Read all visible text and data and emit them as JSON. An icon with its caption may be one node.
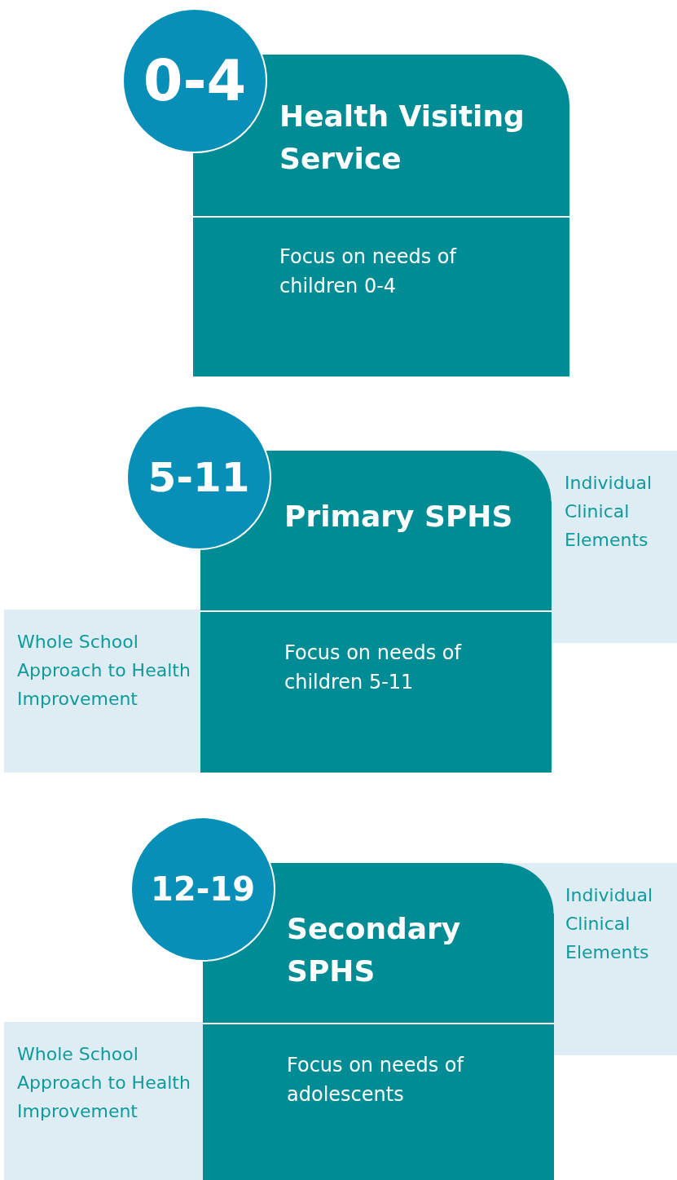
{
  "diagram": {
    "nodes": [
      {
        "text": [
          "0-4"
        ]
      },
      {
        "text": [
          "Health Visiting Service",
          "Focus on needs of children 0-4"
        ]
      },
      {
        "text": [
          "5-11"
        ]
      },
      {
        "text": [
          "Individual Clinical Elements"
        ]
      },
      {
        "text": [
          "Primary SPHS",
          "Focus on needs of children 5-11"
        ]
      },
      {
        "text": [
          "Whole School Approach to Health Improvement"
        ]
      },
      {
        "text": [
          "12-19"
        ]
      },
      {
        "text": [
          "Individual Clinical Elements"
        ]
      },
      {
        "text": [
          "Secondary SPHS",
          "Focus on needs of adolescents"
        ]
      },
      {
        "text": [
          "Whole School Approach to Health Improvement"
        ]
      }
    ]
  }
}
